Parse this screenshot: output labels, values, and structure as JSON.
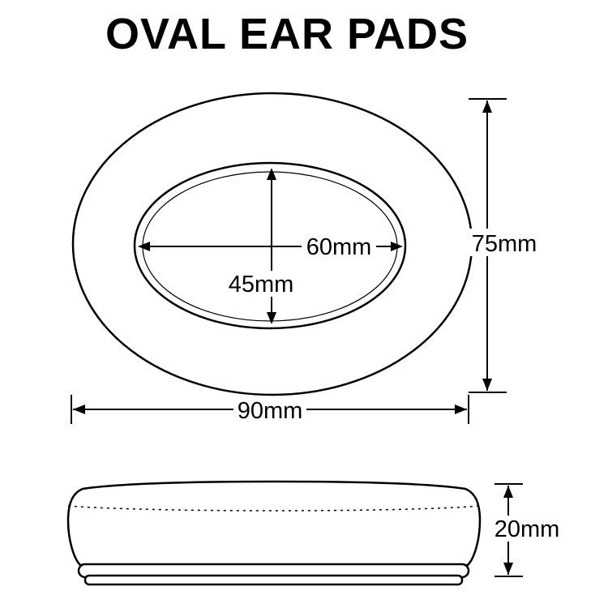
{
  "title": "OVAL EAR PADS",
  "colors": {
    "line": "#000000",
    "background": "#ffffff",
    "text": "#000000"
  },
  "top_view": {
    "labels": {
      "hole_height": "45mm",
      "hole_width": "60mm",
      "pad_height": "75mm",
      "pad_width": "90mm"
    }
  },
  "side_view": {
    "labels": {
      "thickness": "20mm"
    }
  }
}
